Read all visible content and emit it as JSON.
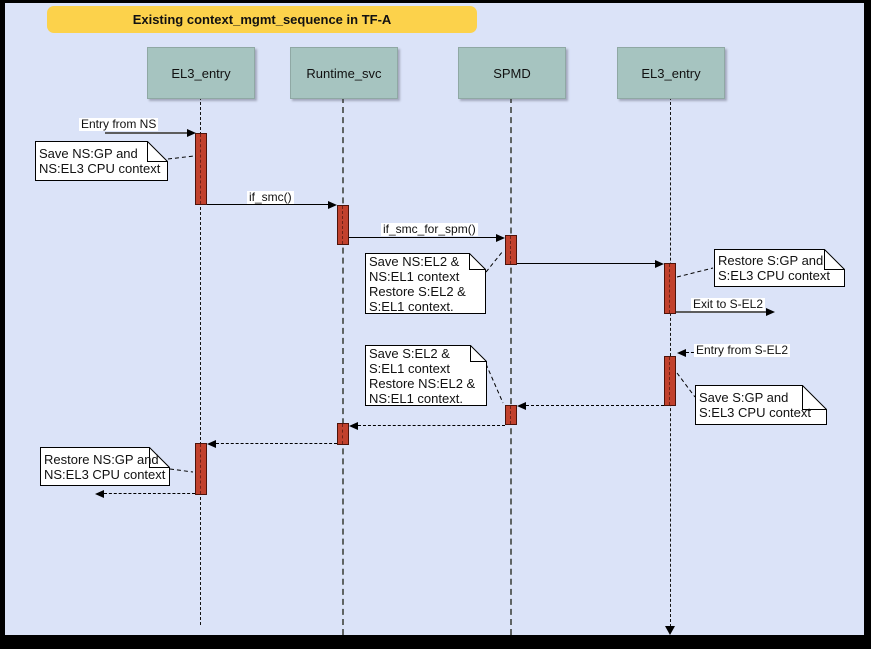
{
  "diagram": {
    "type": "uml-sequence",
    "title": "Existing context_mgmt_sequence in TF-A",
    "lifelines": [
      {
        "label": "EL3_entry"
      },
      {
        "label": "Runtime_svc"
      },
      {
        "label": "SPMD"
      },
      {
        "label": "EL3_entry"
      }
    ],
    "messages": [
      {
        "label": "Entry from NS",
        "from": "external-left",
        "to": "EL3_entry",
        "style": "solid"
      },
      {
        "label": "if_smc()",
        "from": "EL3_entry",
        "to": "Runtime_svc",
        "style": "solid"
      },
      {
        "label": "if_smc_for_spm()",
        "from": "Runtime_svc",
        "to": "SPMD",
        "style": "solid"
      },
      {
        "label": "",
        "from": "SPMD",
        "to": "EL3_entry_2",
        "style": "solid"
      },
      {
        "label": "Exit to S-EL2",
        "from": "EL3_entry_2",
        "to": "external-right",
        "style": "solid"
      },
      {
        "label": "Entry from S-EL2",
        "from": "external-right",
        "to": "EL3_entry_2",
        "style": "dashed"
      },
      {
        "label": "",
        "from": "EL3_entry_2",
        "to": "SPMD",
        "style": "dashed"
      },
      {
        "label": "",
        "from": "SPMD",
        "to": "Runtime_svc",
        "style": "dashed"
      },
      {
        "label": "",
        "from": "Runtime_svc",
        "to": "EL3_entry",
        "style": "dashed"
      },
      {
        "label": "",
        "from": "EL3_entry",
        "to": "external-left",
        "style": "dashed"
      }
    ],
    "notes": [
      {
        "text": "Save NS:GP and\nNS:EL3 CPU context",
        "attached_to": "EL3_entry"
      },
      {
        "text": "Save NS:EL2 &\nNS:EL1 context\nRestore S:EL2 &\nS:EL1 context.",
        "attached_to": "SPMD"
      },
      {
        "text": "Restore S:GP and\nS:EL3 CPU context",
        "attached_to": "EL3_entry_2"
      },
      {
        "text": "Save S:EL2 &\nS:EL1 context\nRestore NS:EL2 &\nNS:EL1 context.",
        "attached_to": "SPMD"
      },
      {
        "text": "Save S:GP and\nS:EL3 CPU context",
        "attached_to": "EL3_entry_2"
      },
      {
        "text": "Restore NS:GP and\nNS:EL3 CPU context",
        "attached_to": "EL3_entry"
      }
    ],
    "colors": {
      "canvas_background": "#dbe3f8",
      "frame": "#000000",
      "title_background": "#fcd24b",
      "lifeline_head_fill": "#a6c4c0",
      "activation_fill": "#c1412d",
      "activation_border": "#4d130a",
      "note_fill": "#ffffff"
    }
  }
}
